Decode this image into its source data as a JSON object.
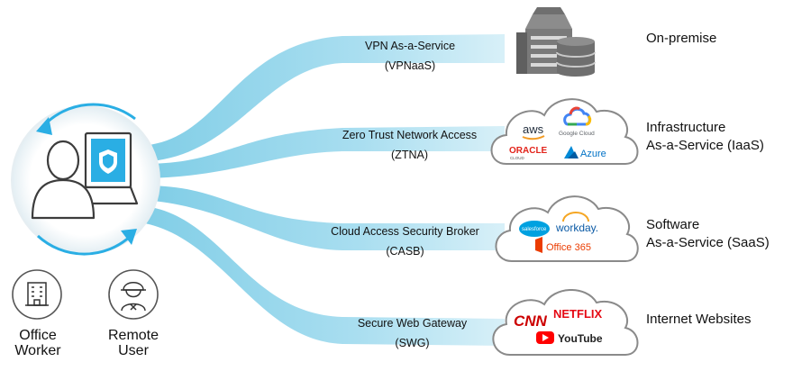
{
  "services": [
    {
      "name": "VPN As-a-Service",
      "abbr": "(VPNaaS)"
    },
    {
      "name": "Zero Trust Network Access",
      "abbr": "(ZTNA)"
    },
    {
      "name": "Cloud Access Security Broker",
      "abbr": "(CASB)"
    },
    {
      "name": "Secure Web Gateway",
      "abbr": "(SWG)"
    }
  ],
  "categories": [
    {
      "line1": "On-premise",
      "line2": ""
    },
    {
      "line1": "Infrastructure",
      "line2": "As-a-Service (IaaS)"
    },
    {
      "line1": "Software",
      "line2": "As-a-Service (SaaS)"
    },
    {
      "line1": "Internet Websites",
      "line2": ""
    }
  ],
  "users": [
    {
      "line1": "Office",
      "line2": "Worker"
    },
    {
      "line1": "Remote",
      "line2": "User"
    }
  ],
  "logos": {
    "iaas": [
      "aws",
      "Google Cloud",
      "ORACLE",
      "CLOUD",
      "Azure"
    ],
    "saas": [
      "salesforce",
      "workday.",
      "Office 365"
    ],
    "web": [
      "CNN",
      "NETFLIX",
      "YouTube"
    ]
  },
  "colors": {
    "flow": "#8fd3ea",
    "accent": "#29aee3",
    "cloud_stroke": "#8a8a8a",
    "building": "#6d6d6d"
  }
}
